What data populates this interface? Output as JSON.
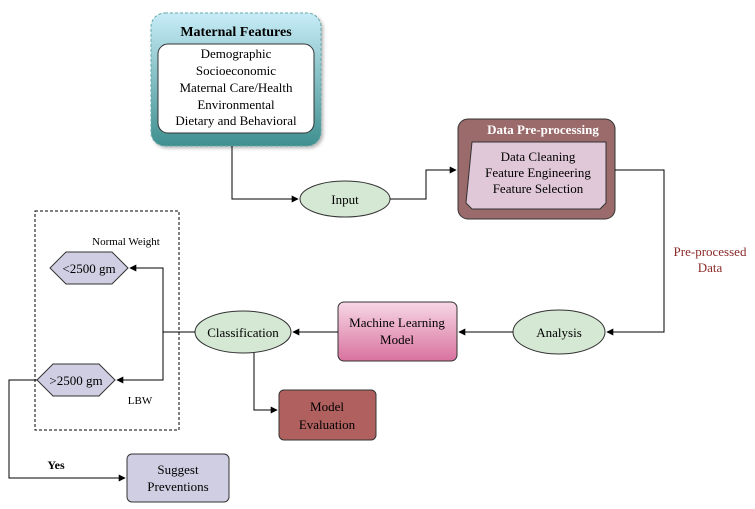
{
  "maternal_features": {
    "title": "Maternal  Features",
    "items": [
      "Demographic",
      "Socioeconomic",
      "Maternal Care/Health",
      "Environmental",
      "Dietary and Behavioral"
    ]
  },
  "input": {
    "label": "Input"
  },
  "preprocessing": {
    "title": "Data Pre-processing",
    "items": [
      "Data Cleaning",
      "Feature Engineering",
      "Feature Selection"
    ]
  },
  "preprocessed_data": {
    "line1": "Pre-processed",
    "line2": "Data"
  },
  "analysis": {
    "label": "Analysis"
  },
  "ml_model": {
    "line1": "Machine Learning",
    "line2": "Model"
  },
  "classification": {
    "label": "Classification"
  },
  "model_evaluation": {
    "line1": "Model",
    "line2": "Evaluation"
  },
  "outcome_group": {
    "normal_weight_label": "Normal Weight",
    "under_label": "<2500 gm",
    "over_label": ">2500 gm",
    "lbw_label": "LBW"
  },
  "yes_label": "Yes",
  "suggest_preventions": {
    "line1": "Suggest",
    "line2": "Preventions"
  },
  "colors": {
    "input_ellipse": "#d5e8d4",
    "ml_gradient_top": "#f7d7e6",
    "ml_gradient_bottom": "#d9729e",
    "preprocess_outer": "#9b6b6b",
    "preprocess_inner": "#e0c8d8",
    "eval_box": "#b0605e",
    "hexagon": "#d0cee2",
    "suggest_box": "#d0cee2",
    "features_teal": "#4a9a9a",
    "preprocessed_text": "#8b2a2a"
  }
}
